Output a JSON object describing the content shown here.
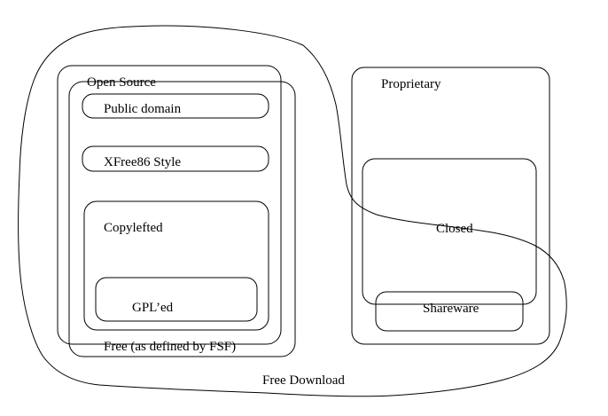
{
  "diagram": {
    "description": "Software licensing categories Venn-style diagram",
    "background_color": "#ffffff",
    "line_color": "#000000",
    "labels": {
      "open_source": "Open Source",
      "public_domain": "Public domain",
      "xfree86_style": "XFree86 Style",
      "copylefted": "Copylefted",
      "gpled": "GPL’ed",
      "free_fsf": "Free (as defined by FSF)",
      "proprietary": "Proprietary",
      "closed": "Closed",
      "shareware": "Shareware",
      "free_download": "Free Download"
    },
    "containment": {
      "free_download_contains": [
        "open_source",
        "free_fsf",
        "public_domain",
        "xfree86_style",
        "copylefted",
        "gpled",
        "shareware",
        "part_of_closed"
      ],
      "open_source_overlaps": [
        "free_fsf"
      ],
      "open_source_contains": [
        "public_domain",
        "xfree86_style",
        "copylefted",
        "gpled"
      ],
      "copylefted_contains": [
        "gpled"
      ],
      "proprietary_contains": [
        "closed",
        "shareware"
      ],
      "closed_overlaps": [
        "shareware"
      ]
    }
  }
}
